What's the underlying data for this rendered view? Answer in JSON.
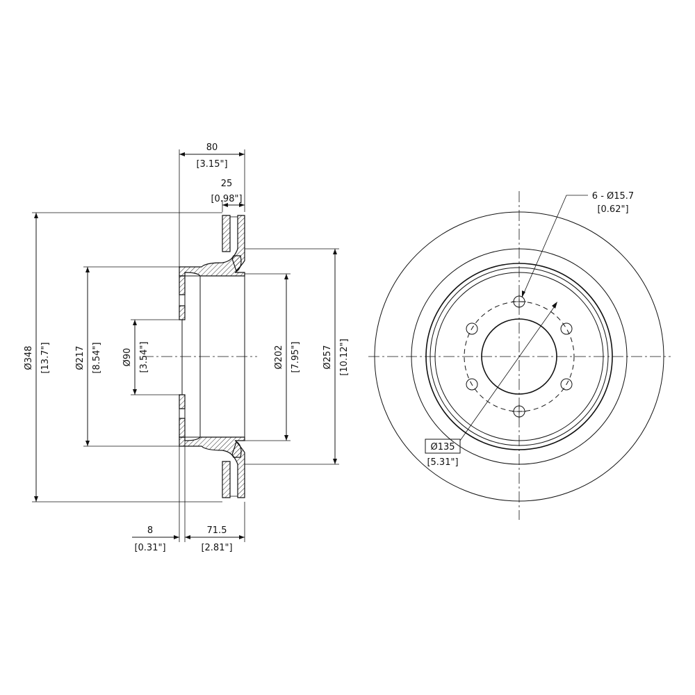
{
  "dimensions": {
    "overall_width": {
      "mm": "80",
      "inch": "[3.15\"]"
    },
    "rotor_thickness": {
      "mm": "25",
      "inch": "[0.98\"]"
    },
    "outer_diameter": {
      "mm": "Ø348",
      "inch": "[13.7\"]"
    },
    "hat_diameter": {
      "mm": "Ø217",
      "inch": "[8.54\"]"
    },
    "center_bore": {
      "mm": "Ø90",
      "inch": "[3.54\"]"
    },
    "drum_diameter": {
      "mm": "Ø202",
      "inch": "[7.95\"]"
    },
    "inner_friction_diameter": {
      "mm": "Ø257",
      "inch": "[10.12\"]"
    },
    "hat_thickness": {
      "mm": "8",
      "inch": "[0.31\"]"
    },
    "hat_height": {
      "mm": "71.5",
      "inch": "[2.81\"]"
    },
    "bolt_holes": {
      "mm": "6 - Ø15.7",
      "inch": "[0.62\"]"
    },
    "bolt_circle": {
      "mm": "Ø135",
      "inch": "[5.31\"]"
    }
  }
}
